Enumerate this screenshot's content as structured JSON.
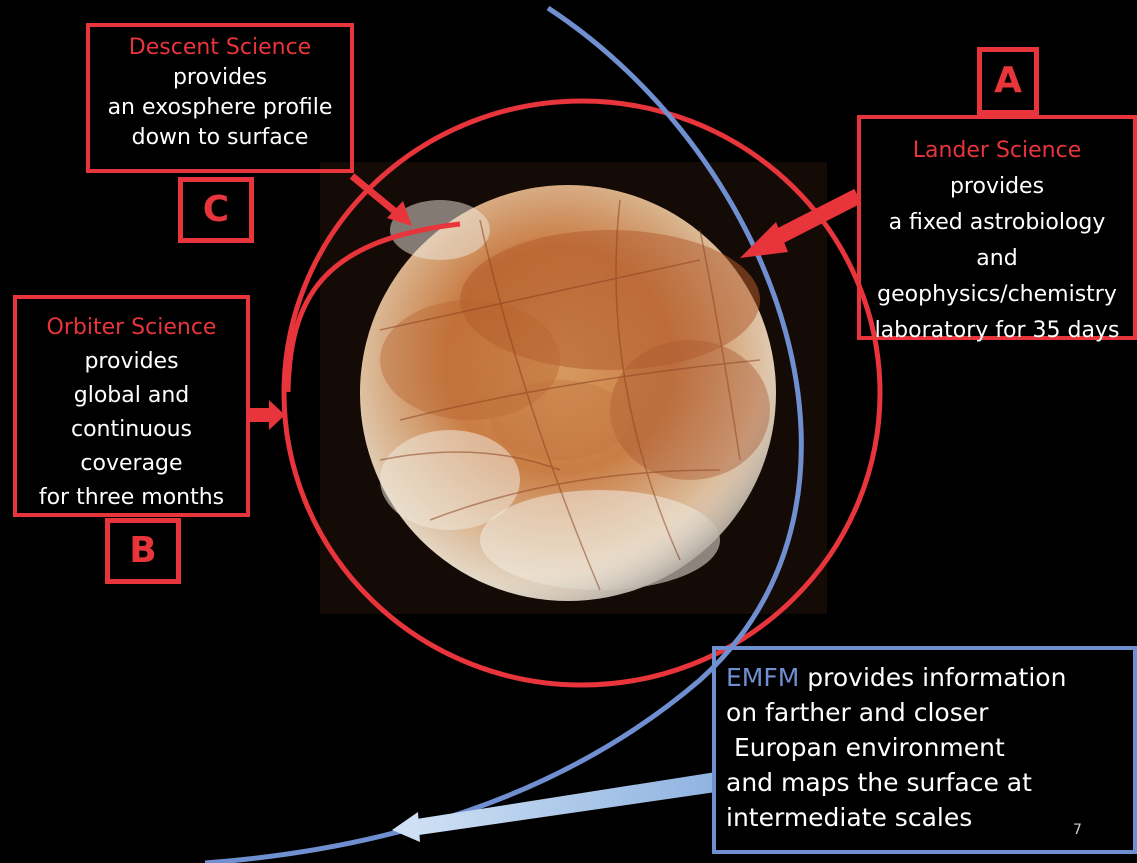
{
  "colors": {
    "accent_red": "#e8343b",
    "accent_blue": "#6f8fd0",
    "background": "#000000",
    "text": "#ffffff"
  },
  "labels": {
    "a": "A",
    "b": "B",
    "c": "C"
  },
  "descent": {
    "title": "Descent Science",
    "lines": [
      "provides",
      "an exosphere profile",
      "down to surface"
    ]
  },
  "lander": {
    "title": "Lander Science",
    "lines": [
      "provides",
      "a fixed astrobiology",
      "and",
      "geophysics/chemistry",
      "laboratory for 35 days"
    ]
  },
  "orbiter": {
    "title": "Orbiter Science",
    "lines": [
      "provides",
      "global and",
      "continuous",
      "coverage",
      "for three months"
    ]
  },
  "emfm": {
    "highlight": "EMFM",
    "first_line_rest": " provides information",
    "lines": [
      "on farther and closer",
      " Europan environment",
      "and maps the surface at",
      "intermediate scales"
    ]
  },
  "page_number": "7"
}
